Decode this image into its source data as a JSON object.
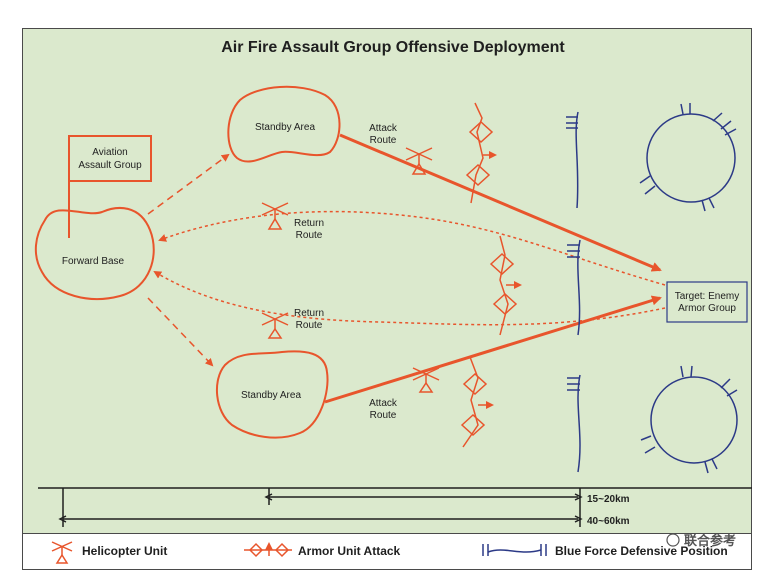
{
  "title": "Air Fire Assault Group Offensive Deployment",
  "labels": {
    "aviation_group": [
      "Aviation",
      "Assault Group"
    ],
    "forward_base": "Forward Base",
    "standby_area_top": "Standby Area",
    "standby_area_bottom": "Standby Area",
    "attack_route_top": [
      "Attack",
      "Route"
    ],
    "attack_route_bottom": [
      "Attack",
      "Route"
    ],
    "return_route_top": [
      "Return",
      "Route"
    ],
    "return_route_bottom": [
      "Return",
      "Route"
    ],
    "target": [
      "Target: Enemy",
      "Armor Group"
    ]
  },
  "distances": {
    "short": "15~20km",
    "long": "40~60km"
  },
  "legend": {
    "helicopter": "Helicopter Unit",
    "armor": "Armor Unit Attack",
    "blue_force": "Blue Force Defensive Position"
  },
  "watermark": "联合参考",
  "colors": {
    "red": "#e8552c",
    "blue": "#2c3a87",
    "background": "#dbe9cd"
  }
}
